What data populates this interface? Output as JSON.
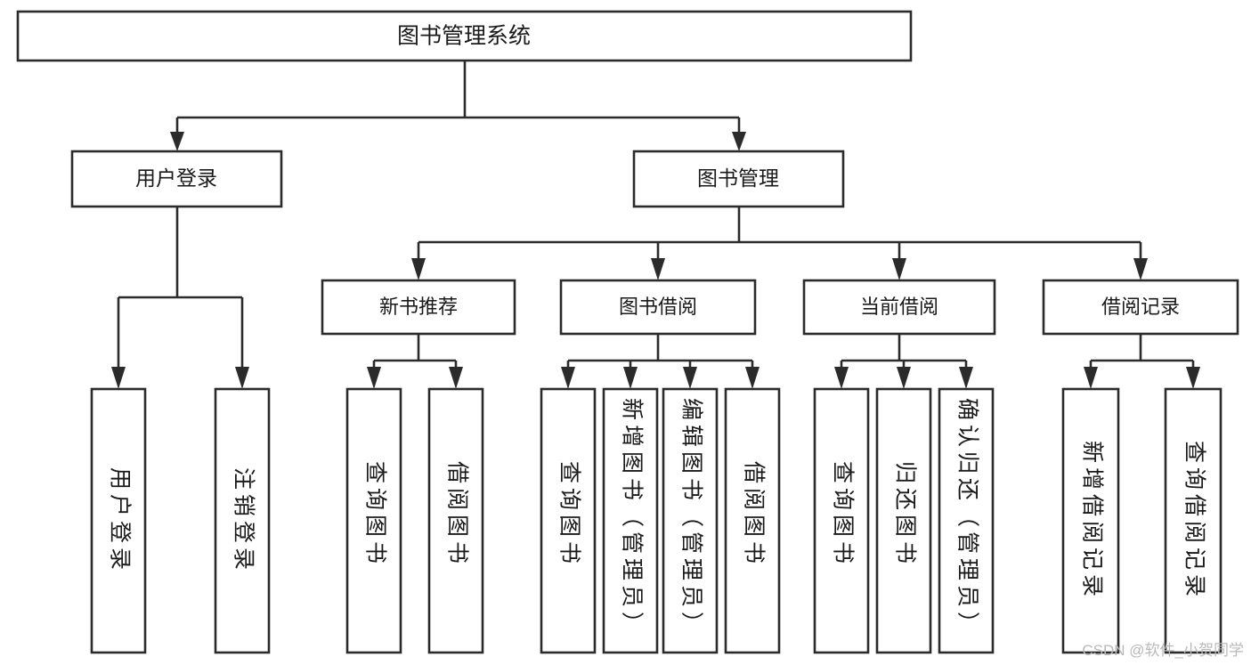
{
  "diagram": {
    "type": "tree-hierarchy",
    "orientation": "top-down",
    "root": {
      "id": "root",
      "label": "图书管理系统"
    },
    "level2": [
      {
        "id": "user-login",
        "label": "用户登录"
      },
      {
        "id": "book-manage",
        "label": "图书管理"
      }
    ],
    "level3": [
      {
        "id": "new-book-recommend",
        "label": "新书推荐",
        "parent": "book-manage"
      },
      {
        "id": "book-borrow",
        "label": "图书借阅",
        "parent": "book-manage"
      },
      {
        "id": "current-borrow",
        "label": "当前借阅",
        "parent": "book-manage"
      },
      {
        "id": "borrow-record",
        "label": "借阅记录",
        "parent": "book-manage"
      }
    ],
    "leaves": {
      "user-login": [
        {
          "id": "leaf-user-login",
          "label": "用户登录"
        },
        {
          "id": "leaf-logout",
          "label": "注销登录"
        }
      ],
      "new-book-recommend": [
        {
          "id": "leaf-query-book-1",
          "label": "查询图书"
        },
        {
          "id": "leaf-borrow-book-1",
          "label": "借阅图书"
        }
      ],
      "book-borrow": [
        {
          "id": "leaf-query-book-2",
          "label": "查询图书"
        },
        {
          "id": "leaf-add-book",
          "label": "新增图书（管理员）"
        },
        {
          "id": "leaf-edit-book",
          "label": "编辑图书（管理员）"
        },
        {
          "id": "leaf-borrow-book-2",
          "label": "借阅图书"
        }
      ],
      "current-borrow": [
        {
          "id": "leaf-query-book-3",
          "label": "查询图书"
        },
        {
          "id": "leaf-return-book",
          "label": "归还图书"
        },
        {
          "id": "leaf-confirm-return",
          "label": "确认归还（管理员）"
        }
      ],
      "borrow-record": [
        {
          "id": "leaf-add-record",
          "label": "新增借阅记录"
        },
        {
          "id": "leaf-query-record",
          "label": "查询借阅记录"
        }
      ]
    }
  },
  "colors": {
    "box_stroke": "#2b2b2b",
    "box_fill": "#ffffff",
    "text": "#1a1a1a",
    "background": "#ffffff",
    "watermark": "#b9b9b9"
  },
  "watermark": {
    "text": "CSDN @软件_小贺同学"
  }
}
